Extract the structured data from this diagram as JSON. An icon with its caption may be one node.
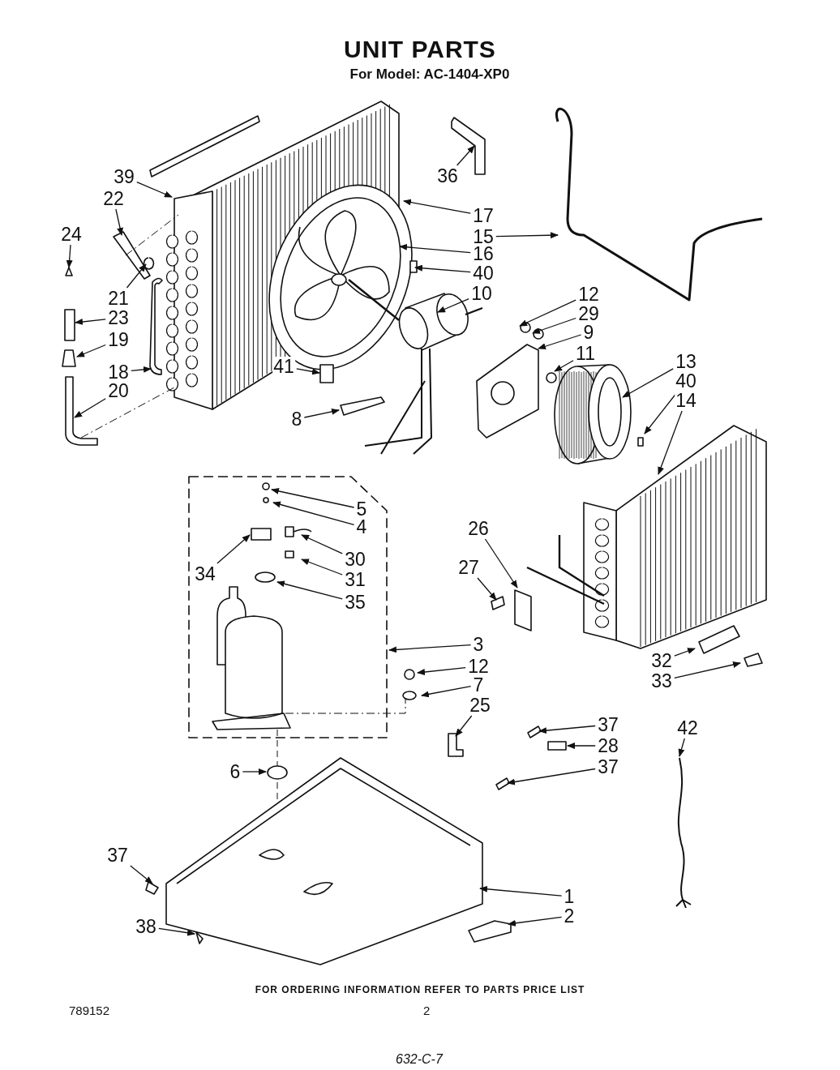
{
  "diagram": {
    "title": "UNIT PARTS",
    "nodes": [
      {
        "text": [
          "39"
        ]
      },
      {
        "text": [
          "36"
        ]
      },
      {
        "text": [
          "22"
        ]
      },
      {
        "text": [
          "24"
        ]
      },
      {
        "text": [
          "17"
        ]
      },
      {
        "text": [
          "15"
        ]
      },
      {
        "text": [
          "16"
        ]
      },
      {
        "text": [
          "40"
        ]
      },
      {
        "text": [
          "10"
        ]
      },
      {
        "text": [
          "21"
        ]
      },
      {
        "text": [
          "12"
        ]
      },
      {
        "text": [
          "29"
        ]
      },
      {
        "text": [
          "23"
        ]
      },
      {
        "text": [
          "9"
        ]
      },
      {
        "text": [
          "19"
        ]
      },
      {
        "text": [
          "11"
        ]
      },
      {
        "text": [
          "18"
        ]
      },
      {
        "text": [
          "13"
        ]
      },
      {
        "text": [
          "40"
        ]
      },
      {
        "text": [
          "14"
        ]
      },
      {
        "text": [
          "41"
        ]
      },
      {
        "text": [
          "20"
        ]
      },
      {
        "text": [
          "8"
        ]
      },
      {
        "text": [
          "5"
        ]
      },
      {
        "text": [
          "4"
        ]
      },
      {
        "text": [
          "26"
        ]
      },
      {
        "text": [
          "30"
        ]
      },
      {
        "text": [
          "27"
        ]
      },
      {
        "text": [
          "34"
        ]
      },
      {
        "text": [
          "31"
        ]
      },
      {
        "text": [
          "35"
        ]
      },
      {
        "text": [
          "3"
        ]
      },
      {
        "text": [
          "12"
        ]
      },
      {
        "text": [
          "32"
        ]
      },
      {
        "text": [
          "7"
        ]
      },
      {
        "text": [
          "33"
        ]
      },
      {
        "text": [
          "25"
        ]
      },
      {
        "text": [
          "37"
        ]
      },
      {
        "text": [
          "28"
        ]
      },
      {
        "text": [
          "42"
        ]
      },
      {
        "text": [
          "37"
        ]
      },
      {
        "text": [
          "6"
        ]
      },
      {
        "text": [
          "37"
        ]
      },
      {
        "text": [
          "1"
        ]
      },
      {
        "text": [
          "38"
        ]
      },
      {
        "text": [
          "2"
        ]
      }
    ],
    "edges": [
      {
        "from": 0,
        "to": null,
        "arrow": "to"
      },
      {
        "from": 1,
        "to": null,
        "arrow": "to"
      },
      {
        "from": 2,
        "to": null,
        "arrow": "to"
      },
      {
        "from": 3,
        "to": null,
        "arrow": "to"
      },
      {
        "from": 4,
        "to": null,
        "arrow": "to"
      },
      {
        "from": 5,
        "to": null,
        "arrow": "to"
      },
      {
        "from": 6,
        "to": null,
        "arrow": "to"
      },
      {
        "from": 7,
        "to": null,
        "arrow": "to"
      },
      {
        "from": 8,
        "to": null,
        "arrow": "to"
      },
      {
        "from": 9,
        "to": null,
        "arrow": "to"
      },
      {
        "from": 10,
        "to": null,
        "arrow": "to"
      },
      {
        "from": 11,
        "to": null,
        "arrow": "to"
      },
      {
        "from": 12,
        "to": null,
        "arrow": "to"
      },
      {
        "from": 13,
        "to": null,
        "arrow": "to"
      },
      {
        "from": 14,
        "to": null,
        "arrow": "to"
      },
      {
        "from": 15,
        "to": null,
        "arrow": "to"
      },
      {
        "from": 16,
        "to": null,
        "arrow": "to"
      },
      {
        "from": 17,
        "to": null,
        "arrow": "to"
      },
      {
        "from": 18,
        "to": null,
        "arrow": "to"
      },
      {
        "from": 19,
        "to": null,
        "arrow": "to"
      },
      {
        "from": 20,
        "to": null,
        "arrow": "to"
      },
      {
        "from": 21,
        "to": null,
        "arrow": "to"
      },
      {
        "from": 22,
        "to": null,
        "arrow": "to"
      },
      {
        "from": 23,
        "to": null,
        "arrow": "to"
      },
      {
        "from": 24,
        "to": null,
        "arrow": "to"
      },
      {
        "from": 25,
        "to": null,
        "arrow": "to"
      },
      {
        "from": 26,
        "to": null,
        "arrow": "to"
      },
      {
        "from": 27,
        "to": null,
        "arrow": "to"
      },
      {
        "from": 28,
        "to": null,
        "arrow": "to"
      },
      {
        "from": 29,
        "to": null,
        "arrow": "to"
      },
      {
        "from": 30,
        "to": null,
        "arrow": "to"
      },
      {
        "from": 31,
        "to": null,
        "arrow": "to"
      },
      {
        "from": 32,
        "to": null,
        "arrow": "to"
      },
      {
        "from": 33,
        "to": null,
        "arrow": "to"
      },
      {
        "from": 34,
        "to": null,
        "arrow": "to"
      },
      {
        "from": 35,
        "to": null,
        "arrow": "to"
      },
      {
        "from": 36,
        "to": null,
        "arrow": "to"
      },
      {
        "from": 37,
        "to": null,
        "arrow": "to"
      },
      {
        "from": 38,
        "to": null,
        "arrow": "to"
      },
      {
        "from": 39,
        "to": null,
        "arrow": "to"
      },
      {
        "from": 40,
        "to": null,
        "arrow": "to"
      },
      {
        "from": 41,
        "to": null,
        "arrow": "to"
      },
      {
        "from": 42,
        "to": null,
        "arrow": "to"
      },
      {
        "from": 43,
        "to": null,
        "arrow": "to"
      },
      {
        "from": 44,
        "to": null,
        "arrow": "to"
      },
      {
        "from": 45,
        "to": null,
        "arrow": "to"
      }
    ],
    "labels": [
      "For Model: AC-1404-XP0",
      "FOR ORDERING INFORMATION REFER TO PARTS PRICE LIST",
      "789152",
      "2",
      "632-C-7"
    ]
  }
}
